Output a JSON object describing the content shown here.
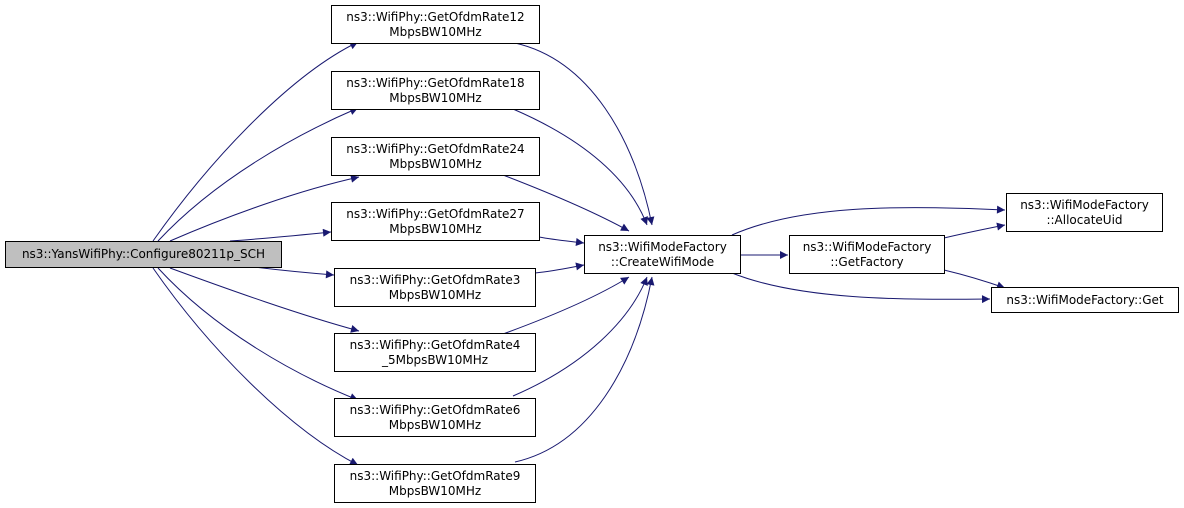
{
  "graph": {
    "root": {
      "line1": "ns3::YansWifiPhy::Configure80211p_SCH"
    },
    "callees": [
      {
        "line1": "ns3::WifiPhy::GetOfdmRate12",
        "line2": "MbpsBW10MHz"
      },
      {
        "line1": "ns3::WifiPhy::GetOfdmRate18",
        "line2": "MbpsBW10MHz"
      },
      {
        "line1": "ns3::WifiPhy::GetOfdmRate24",
        "line2": "MbpsBW10MHz"
      },
      {
        "line1": "ns3::WifiPhy::GetOfdmRate27",
        "line2": "MbpsBW10MHz"
      },
      {
        "line1": "ns3::WifiPhy::GetOfdmRate3",
        "line2": "MbpsBW10MHz"
      },
      {
        "line1": "ns3::WifiPhy::GetOfdmRate4",
        "line2": "_5MbpsBW10MHz"
      },
      {
        "line1": "ns3::WifiPhy::GetOfdmRate6",
        "line2": "MbpsBW10MHz"
      },
      {
        "line1": "ns3::WifiPhy::GetOfdmRate9",
        "line2": "MbpsBW10MHz"
      }
    ],
    "create_wifi_mode": {
      "line1": "ns3::WifiModeFactory",
      "line2": "::CreateWifiMode"
    },
    "get_factory": {
      "line1": "ns3::WifiModeFactory",
      "line2": "::GetFactory"
    },
    "allocate_uid": {
      "line1": "ns3::WifiModeFactory",
      "line2": "::AllocateUid"
    },
    "get": {
      "line1": "ns3::WifiModeFactory::Get"
    }
  },
  "colors": {
    "edge": "#191970",
    "root_fill": "#bfbfbf",
    "node_fill": "#ffffff",
    "node_border": "#000000"
  }
}
